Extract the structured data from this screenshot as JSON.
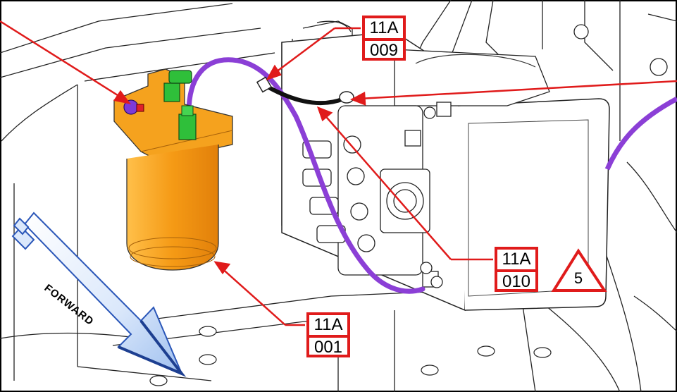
{
  "callouts": {
    "c009": {
      "line1": "11A",
      "line2": "009"
    },
    "c010": {
      "line1": "11A",
      "line2": "010"
    },
    "c001": {
      "line1": "11A",
      "line2": "001"
    }
  },
  "forward_label": "FORWARD",
  "warning_number": "5",
  "colors": {
    "callout_red": "#e01b1b",
    "filter_orange": "#f29a14",
    "hose_purple": "#8b3fd6",
    "fitting_green": "#2fbf3a",
    "arrow_blue": "#2a56b8"
  }
}
